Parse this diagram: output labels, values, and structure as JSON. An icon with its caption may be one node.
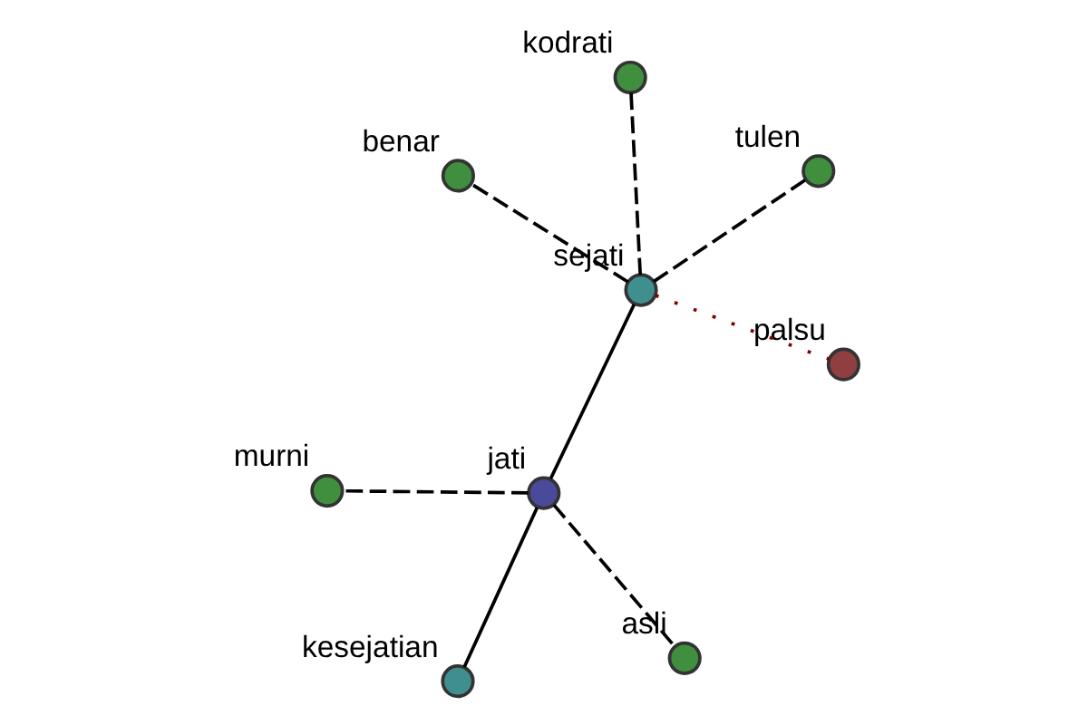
{
  "diagram": {
    "nodes": [
      {
        "text": [],
        "shape": "circle",
        "beside": [
          "benar"
        ]
      },
      {
        "text": [],
        "shape": "circle",
        "beside": [
          "tulen"
        ]
      },
      {
        "text": [],
        "shape": "circle",
        "beside": [
          "palsu"
        ]
      },
      {
        "text": [],
        "shape": "circle",
        "beside": [
          "sejati"
        ]
      },
      {
        "text": [],
        "shape": "circle",
        "beside": [
          "kodrati"
        ]
      },
      {
        "text": [],
        "shape": "circle",
        "beside": [
          "murni"
        ]
      },
      {
        "text": [],
        "shape": "circle",
        "beside": [
          "jati"
        ]
      },
      {
        "text": [],
        "shape": "circle",
        "beside": [
          "asli"
        ]
      },
      {
        "text": [],
        "shape": "circle",
        "beside": [
          "kesejatian"
        ]
      }
    ],
    "edges": [
      {
        "from": 6,
        "to": 3,
        "arrow": "none"
      },
      {
        "from": 6,
        "to": 5,
        "arrow": "none",
        "style": "dashed"
      },
      {
        "from": 6,
        "to": 7,
        "arrow": "none",
        "style": "dashed"
      },
      {
        "from": 6,
        "to": 8,
        "arrow": "none"
      },
      {
        "from": 3,
        "to": 0,
        "arrow": "none",
        "style": "dashed"
      },
      {
        "from": 3,
        "to": 1,
        "arrow": "none",
        "style": "dashed"
      },
      {
        "from": 3,
        "to": 2,
        "arrow": "none",
        "style": "dashed",
        "color": "#800000"
      },
      {
        "from": 3,
        "to": 4,
        "arrow": "none",
        "style": "dashed"
      }
    ]
  }
}
